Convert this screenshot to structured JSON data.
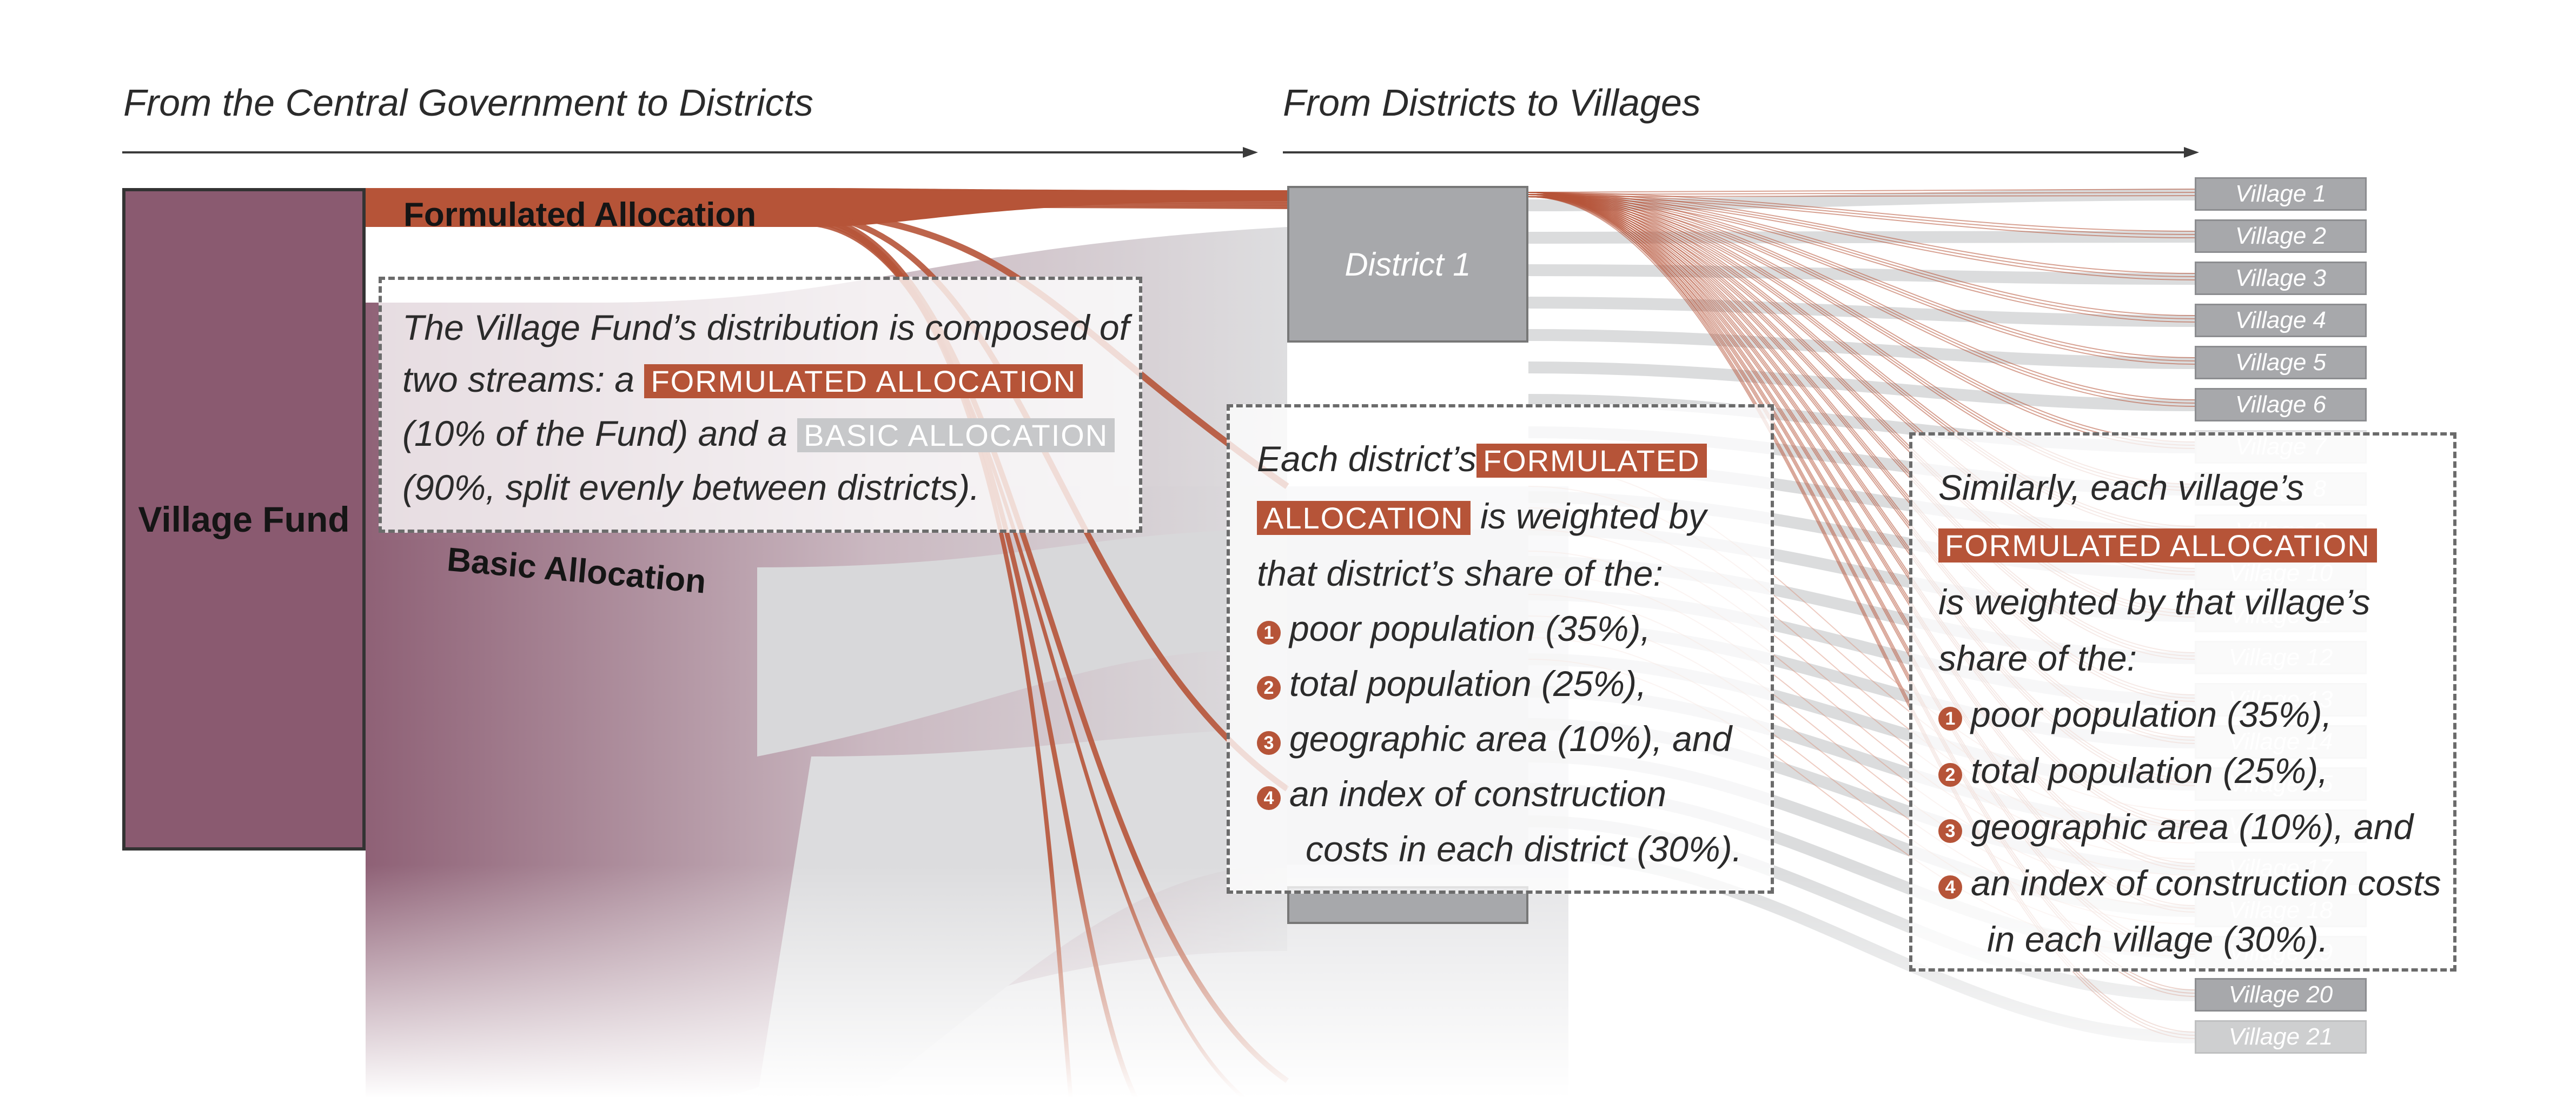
{
  "headers": {
    "left": "From the Central Government to Districts",
    "right": "From Districts to Villages"
  },
  "source": {
    "label": "Village Fund",
    "color": "#8a5a70"
  },
  "streams": {
    "formulated": {
      "label": "Formulated Allocation",
      "color": "#b65438"
    },
    "basic": {
      "label": "Basic Allocation",
      "color": "#cfd0d2"
    }
  },
  "district": {
    "label": "District 1",
    "color": "#a7a8ab"
  },
  "villages": [
    "Village 1",
    "Village 2",
    "Village 3",
    "Village 4",
    "Village 5",
    "Village 6",
    "Village 7",
    "Village 8",
    "Village 9",
    "Village 10",
    "Village 11",
    "Village 12",
    "Village 13",
    "Village 14",
    "Village 15",
    "Village 16",
    "Village 17",
    "Village 18",
    "Village 19",
    "Village 20",
    "Village 21"
  ],
  "note1": {
    "t1": "The Village Fund’s distribution is composed of",
    "t2": "two streams: a ",
    "hl_formulated": "FORMULATED ALLOCATION",
    "t3": "(10% of the Fund) and a ",
    "hl_basic": "BASIC ALLOCATION",
    "t4": "(90%, split evenly between districts)."
  },
  "note2": {
    "t1": "Each district’s",
    "hl1": "FORMULATED",
    "hl2": "ALLOCATION",
    "t2": " is weighted by",
    "t3": "that district’s share of the:",
    "items": [
      "poor population (35%),",
      "total population (25%),",
      "geographic area (10%), and",
      "an index of construction"
    ],
    "item4_cont": "costs in each district (30%).",
    "nums": [
      "1",
      "2",
      "3",
      "4"
    ]
  },
  "note3": {
    "t1": "Similarly, each village’s",
    "hl": "FORMULATED ALLOCATION",
    "t2": "is weighted by that village’s",
    "t3": "share of the:",
    "items": [
      "poor population (35%),",
      "total population (25%),",
      "geographic area (10%), and",
      "an index of construction costs"
    ],
    "item4_cont": "in each village (30%).",
    "nums": [
      "1",
      "2",
      "3",
      "4"
    ]
  }
}
